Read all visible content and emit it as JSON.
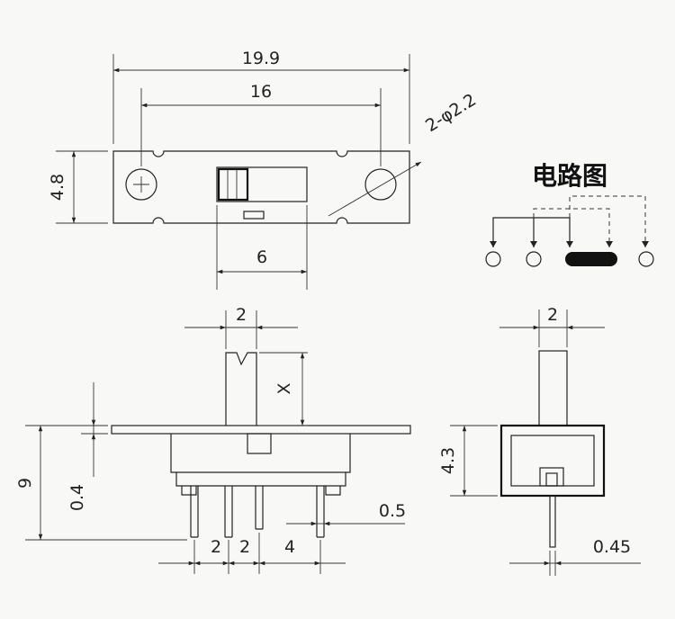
{
  "dimensions": {
    "overall_length": "19.9",
    "hole_spacing": "16",
    "holes": "2-φ2.2",
    "height": "4.8",
    "slot_width": "6",
    "lever_width_front": "2",
    "lever_travel": "X",
    "total_height": "9",
    "plate_thickness": "0.4",
    "pin_width": "0.5",
    "pin_pitch_1": "2",
    "pin_pitch_2": "2",
    "pin_pitch_3": "4",
    "lever_width_side": "2",
    "body_height": "4.3",
    "pin_thickness": "0.45"
  },
  "circuit": {
    "title": "电路图"
  }
}
